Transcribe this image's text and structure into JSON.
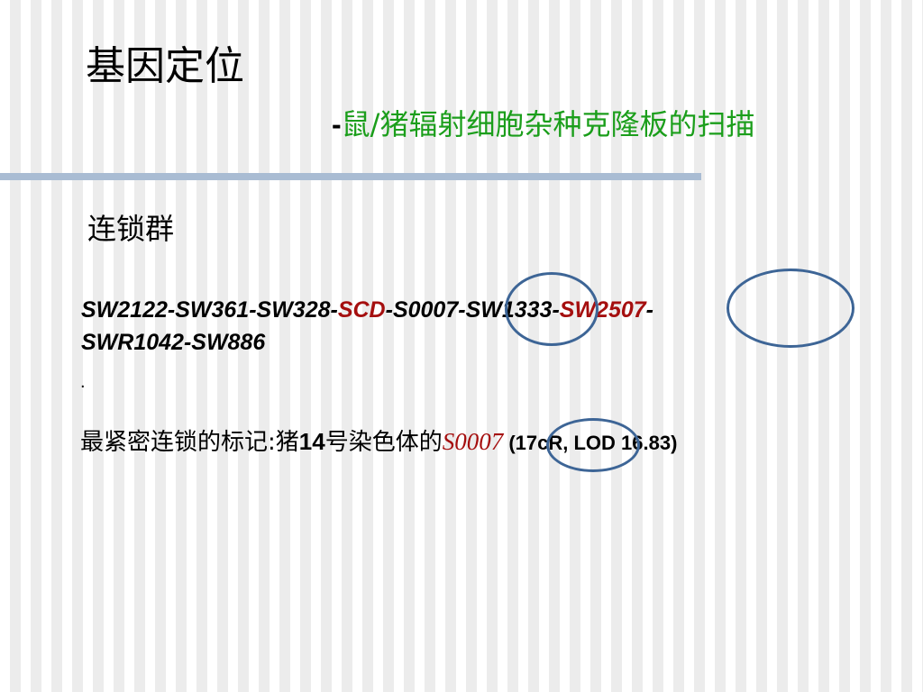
{
  "slide": {
    "title": "基因定位",
    "subtitle": {
      "dash": "-",
      "text": "鼠/猪辐射细胞杂种克隆板的扫描"
    },
    "section_heading": "连锁群",
    "linkage_group": {
      "segments": [
        {
          "text": "SW2122-SW361-SW328-",
          "highlighted": false
        },
        {
          "text": "SCD",
          "highlighted": true
        },
        {
          "text": "-S0007-SW1333-",
          "highlighted": false
        },
        {
          "text": "SW2507",
          "highlighted": true
        },
        {
          "text": "-",
          "highlighted": false
        }
      ],
      "line2": "SWR1042-SW886"
    },
    "bullet_dot": ".",
    "closest_marker": {
      "prefix": "最紧密连锁的标记:猪",
      "chromosome_number": "14",
      "middle": "号染色体的",
      "marker": "S0007",
      "stats": " (17cR, LOD 16.83)"
    },
    "colors": {
      "subtitle": "#1b9e1b",
      "highlight": "#a50f0f",
      "circle": "#3d6596",
      "divider": "#a9bcd3"
    }
  }
}
